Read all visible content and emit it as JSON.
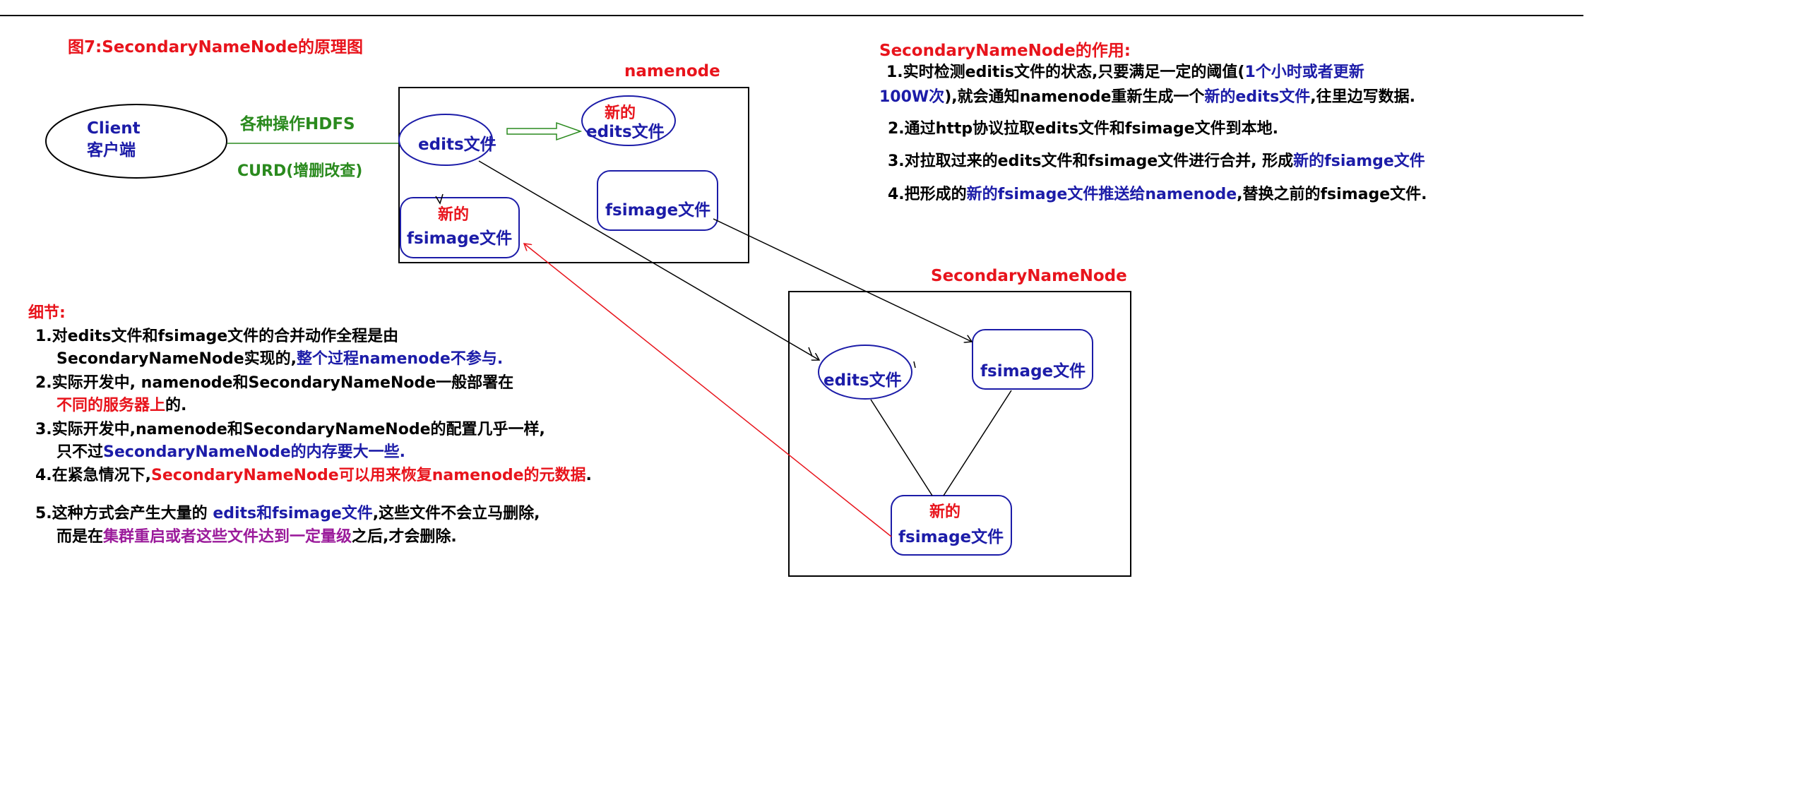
{
  "title": "图7:SecondaryNameNode的原理图",
  "client": {
    "line1": "Client",
    "line2": "客户端"
  },
  "ops": {
    "hdfs": "各种操作HDFS",
    "curd": "CURD(增删改查)"
  },
  "namenode": {
    "label": "namenode",
    "edits": "edits文件",
    "new_edits_1": "新的",
    "new_edits_2": "edits文件",
    "fsimage": "fsimage文件",
    "new_fsimage_1": "新的",
    "new_fsimage_2": "fsimage文件"
  },
  "secondary": {
    "label": "SecondaryNameNode",
    "edits": "edits文件",
    "fsimage": "fsimage文件",
    "new_fsimage_1": "新的",
    "new_fsimage_2": "fsimage文件"
  },
  "role": {
    "heading": "SecondaryNameNode的作用:",
    "item1_a": "1.实时检测editis文件的状态,只要满足一定的阈值(",
    "item1_b": "1个小时或者更新",
    "item1_c": "100W次",
    "item1_d": "),就会通知namenode重新生成一个",
    "item1_e": "新的edits文件",
    "item1_f": ",往里边写数据.",
    "item2": "2.通过http协议拉取edits文件和fsimage文件到本地.",
    "item3_a": "3.对拉取过来的edits文件和fsimage文件进行合并, 形成",
    "item3_b": "新的fsiamge文件",
    "item4_a": "4.把形成的",
    "item4_b": "新的fsimage文件推送给namenode",
    "item4_c": ",替换之前的fsimage文件."
  },
  "details": {
    "heading": "细节:",
    "d1_a": "1.对edits文件和fsimage文件的合并动作全程是由",
    "d1_b": "SecondaryNameNode实现的,",
    "d1_c": "整个过程namenode不参与.",
    "d2_a": "2.实际开发中, namenode和SecondaryNameNode一般部署在",
    "d2_b": "不同的服务器上",
    "d2_c": "的.",
    "d3_a": "3.实际开发中,namenode和SecondaryNameNode的配置几乎一样,",
    "d3_b": "只不过",
    "d3_c": "SecondaryNameNode的内存要大一些.",
    "d4_a": "4.在紧急情况下,",
    "d4_b": "SecondaryNameNode可以用来恢复namenode的元数据",
    "d4_c": ".",
    "d5_a": "5.这种方式会产生大量的 ",
    "d5_b": "edits和fsimage文件",
    "d5_c": ",这些文件不会立马删除,",
    "d5_d": "而是在",
    "d5_e": "集群重启或者这些文件达到一定量级",
    "d5_f": "之后,才会删除."
  },
  "colors": {
    "red": "#e8141c",
    "blue": "#1c1ca8",
    "green": "#2a8a1e",
    "purple": "#9b1b9b"
  }
}
